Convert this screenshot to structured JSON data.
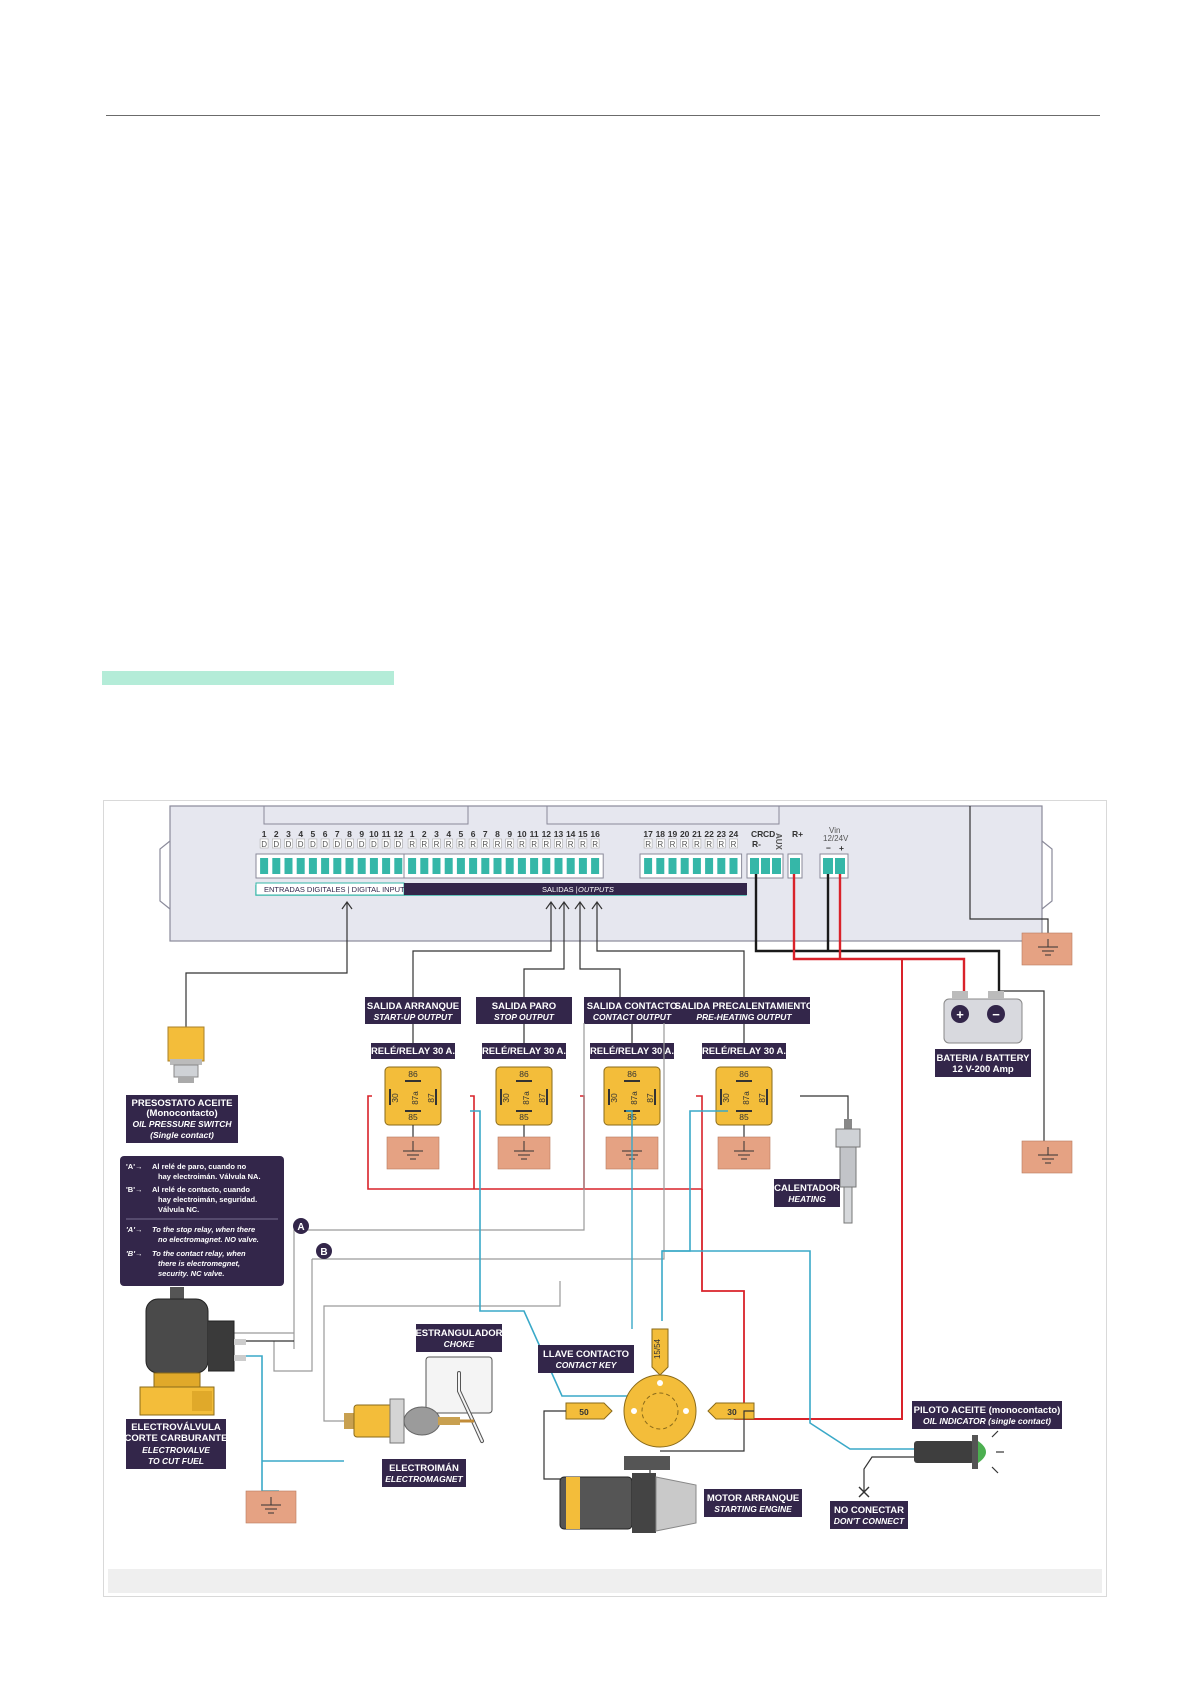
{
  "colors": {
    "panel": "#e6e7ef",
    "terminal": "#35b7a8",
    "label_bg": "#33264a",
    "relay": "#f3bd3a",
    "ground": "#e5a283",
    "wire_red": "#d9222a",
    "wire_blue": "#3aa9c8",
    "wire_black": "#1a1a1a",
    "wire_gray": "#9a9a9a",
    "accent_bar": "#b4ecd8"
  },
  "terminals": {
    "inputs": {
      "numbers": [
        "1",
        "2",
        "3",
        "4",
        "5",
        "6",
        "7",
        "8",
        "9",
        "10",
        "11",
        "12"
      ],
      "code": "D"
    },
    "outputs_a": {
      "numbers": [
        "1",
        "2",
        "3",
        "4",
        "5",
        "6",
        "7",
        "8",
        "9",
        "10",
        "11",
        "12",
        "13",
        "14",
        "15",
        "16"
      ],
      "code": "R"
    },
    "outputs_b": {
      "numbers": [
        "17",
        "18",
        "19",
        "20",
        "21",
        "22",
        "23",
        "24"
      ],
      "code": "R"
    },
    "extra": {
      "cr": "CR",
      "cd": "CD",
      "rminus": "R-",
      "aux": "AUX",
      "rplus": "R+",
      "vin": "Vin",
      "vin_range": "12/24V",
      "minus": "−",
      "plus": "+"
    }
  },
  "groups": {
    "inputs": "ENTRADAS DIGITALES | DIGITAL INPUTS",
    "outputs_es": "SALIDAS |",
    "outputs_en": "OUTPUTS"
  },
  "outputs": [
    {
      "es": "SALIDA ARRANQUE",
      "en": "START-UP OUTPUT"
    },
    {
      "es": "SALIDA PARO",
      "en": "STOP OUTPUT"
    },
    {
      "es": "SALIDA CONTACTO",
      "en": "CONTACT OUTPUT"
    },
    {
      "es": "SALIDA PRECALENTAMIENTO",
      "en": "PRE-HEATING OUTPUT"
    }
  ],
  "relay": {
    "label": "RELÉ/RELAY 30 A.",
    "pins": {
      "p86": "86",
      "p85": "85",
      "p30": "30",
      "p87a": "87a",
      "p87": "87"
    }
  },
  "components": {
    "oil_switch": {
      "l1": "PRESOSTATO ACEITE",
      "l2": "(Monocontacto)",
      "l3": "OIL PRESSURE SWITCH",
      "l4": "(Single contact)"
    },
    "battery": {
      "l1": "BATERIA / BATTERY",
      "l2": "12 V-200 Amp",
      "plus": "+",
      "minus": "−"
    },
    "heater": {
      "es": "CALENTADOR",
      "en": "HEATING"
    },
    "notes": {
      "a_mark": "'A'→",
      "b_mark": "'B'→",
      "a_es_1": "Al relé de paro, cuando no",
      "a_es_2": "hay electroimán. Válvula NA.",
      "b_es_1": "Al relé de contacto, cuando",
      "b_es_2": "hay electroimán, seguridad.",
      "b_es_3": "Válvula NC.",
      "a_en_1": "To the stop relay, when there",
      "a_en_2": "no electromagnet. NO valve.",
      "b_en_1": "To the contact relay, when",
      "b_en_2": "there is electromegnet,",
      "b_en_3": "security. NC valve."
    },
    "marker_a": "A",
    "marker_b": "B",
    "choke": {
      "es": "ESTRANGULADOR",
      "en": "CHOKE"
    },
    "contact_key": {
      "es": "LLAVE CONTACTO",
      "en": "CONTACT KEY",
      "t1": "15/54",
      "t2": "50",
      "t3": "30"
    },
    "valve": {
      "l1": "ELECTROVÁLVULA",
      "l2": "CORTE CARBURANTE",
      "l3": "ELECTROVALVE",
      "l4": "TO CUT FUEL"
    },
    "electromagnet": {
      "es": "ELECTROIMÁN",
      "en": "ELECTROMAGNET"
    },
    "oil_indicator": {
      "es": "PILOTO ACEITE (monocontacto)",
      "en": "OIL INDICATOR (single contact)"
    },
    "starter": {
      "es": "MOTOR ARRANQUE",
      "en": "STARTING ENGINE"
    },
    "no_connect": {
      "es": "NO CONECTAR",
      "en": "DON'T CONNECT"
    }
  }
}
